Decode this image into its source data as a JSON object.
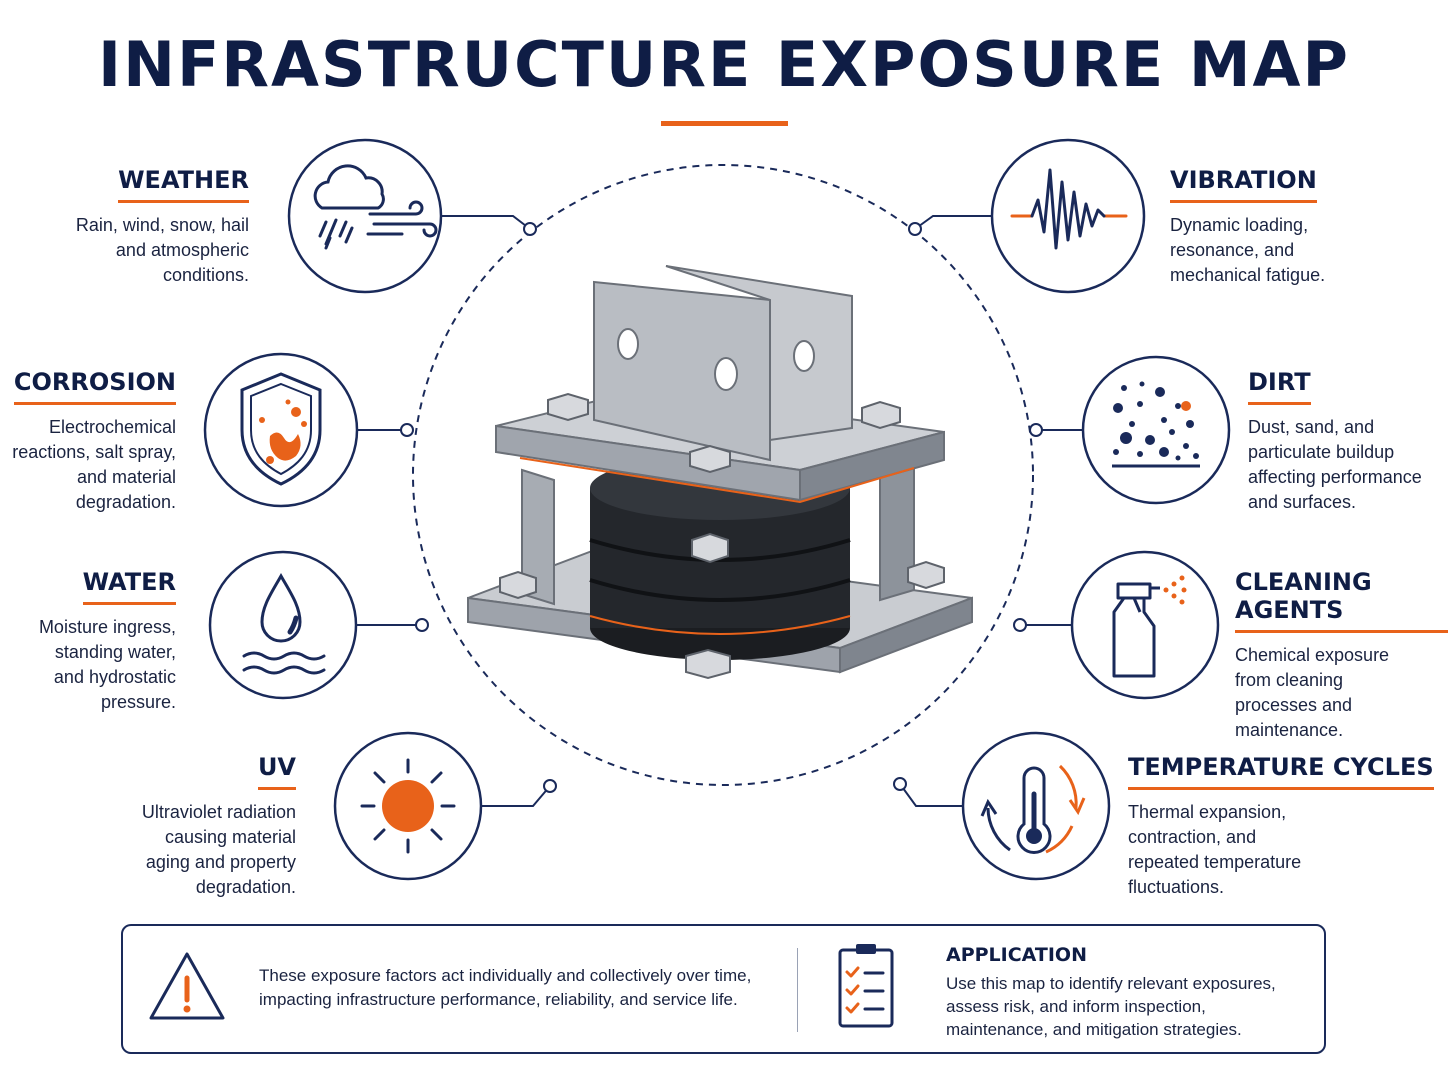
{
  "title": "INFRASTRUCTURE EXPOSURE MAP",
  "colors": {
    "navy": "#0f1d45",
    "accent": "#e8621a",
    "line": "#1a2a5a"
  },
  "factors": {
    "weather": {
      "title": "WEATHER",
      "desc": [
        "Rain, wind, snow, hail",
        "and atmospheric",
        "conditions."
      ],
      "icon": "cloud-rain-wind-icon"
    },
    "corrosion": {
      "title": "CORROSION",
      "desc": [
        "Electrochemical",
        "reactions, salt spray,",
        "and material",
        "degradation."
      ],
      "icon": "corroded-shield-icon"
    },
    "water": {
      "title": "WATER",
      "desc": [
        "Moisture ingress,",
        "standing water,",
        "and hydrostatic",
        "pressure."
      ],
      "icon": "water-drop-icon"
    },
    "uv": {
      "title": "UV",
      "desc": [
        "Ultraviolet radiation",
        "causing material",
        "aging and property",
        "degradation."
      ],
      "icon": "sun-icon"
    },
    "vibration": {
      "title": "VIBRATION",
      "desc": [
        "Dynamic loading,",
        "resonance, and",
        "mechanical fatigue."
      ],
      "icon": "waveform-icon"
    },
    "dirt": {
      "title": "DIRT",
      "desc": [
        "Dust, sand, and",
        "particulate buildup",
        "affecting performance",
        "and surfaces."
      ],
      "icon": "particles-icon"
    },
    "cleaning": {
      "title": "CLEANING AGENTS",
      "desc": [
        "Chemical exposure",
        "from cleaning",
        "processes and",
        "maintenance."
      ],
      "icon": "spray-bottle-icon"
    },
    "temperature": {
      "title": "TEMPERATURE CYCLES",
      "desc": [
        "Thermal expansion,",
        "contraction, and",
        "repeated temperature",
        "fluctuations."
      ],
      "icon": "thermometer-cycle-icon"
    }
  },
  "footer": {
    "note": [
      "These exposure factors act individually and collectively over time,",
      "impacting infrastructure performance, reliability, and service life."
    ],
    "application_title": "APPLICATION",
    "application_desc": [
      "Use this map to identify relevant exposures,",
      "assess risk, and inform inspection,",
      "maintenance, and mitigation strategies."
    ]
  }
}
